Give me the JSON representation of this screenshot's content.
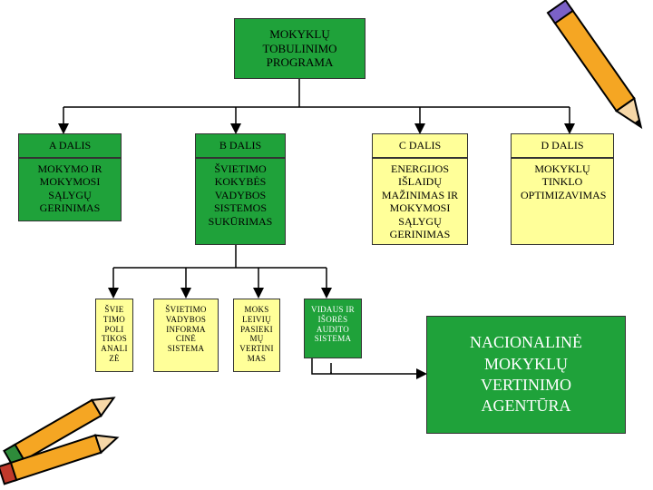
{
  "root": {
    "label": "MOKYKLŲ TOBULINIMO PROGRAMA"
  },
  "parts": [
    {
      "header": "A DALIS",
      "body": "MOKYMO IR MOKYMOSI SĄLYGŲ GERINIMAS"
    },
    {
      "header": "B DALIS",
      "body": "ŠVIETIMO KOKYBĖS VADYBOS SISTEMOS SUKŪRIMAS"
    },
    {
      "header": "C DALIS",
      "body": "ENERGIJOS IŠLAIDŲ MAŽINIMAS IR MOKYMOSI SĄLYGŲ GERINIMAS"
    },
    {
      "header": "D DALIS",
      "body": "MOKYKLŲ TINKLO OPTIMIZAVIMAS"
    }
  ],
  "sub_boxes": [
    {
      "label": "ŠVIE TIMO POLI TIKOS ANALI ZĖ"
    },
    {
      "label": "ŠVIETIMO VADYBOS INFORMA CINĖ SISTEMA"
    },
    {
      "label": "MOKS LEIVIŲ PASIEKI MŲ VERTINI MAS"
    },
    {
      "label": "VIDAUS IR IŠORĖS AUDITO SISTEMA"
    }
  ],
  "agency": {
    "label": "NACIONALINĖ MOKYKLŲ VERTINIMO AGENTŪRA"
  },
  "colors": {
    "green": "#1fa23a",
    "yellow": "#ffff99",
    "line": "#000000"
  },
  "decor": {
    "icons": [
      "pencil-icon-top-right",
      "pencils-icon-bottom-left"
    ]
  }
}
